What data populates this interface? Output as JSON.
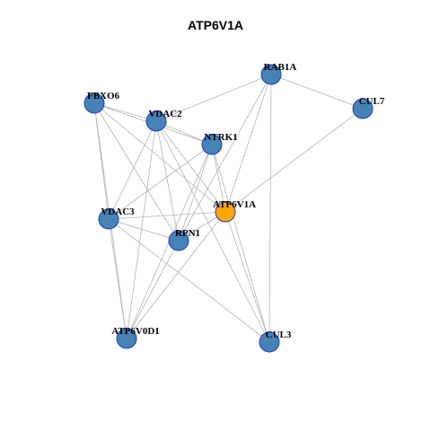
{
  "title": "ATP6V1A",
  "colors": {
    "node_default": "#4682b4",
    "node_focus": "#ffa500",
    "node_border": "#1f3fbf",
    "edge": "#b3b3b3"
  },
  "nodes": [
    {
      "id": "RAB1A",
      "label": "RAB1A",
      "focus": false
    },
    {
      "id": "CUL7",
      "label": "CUL7",
      "focus": false
    },
    {
      "id": "FBXO6",
      "label": "FBXO6",
      "focus": false
    },
    {
      "id": "VDAC2",
      "label": "VDAC2",
      "focus": false
    },
    {
      "id": "NTRK1",
      "label": "NTRK1",
      "focus": false
    },
    {
      "id": "ATP6V1A",
      "label": "ATP6V1A",
      "focus": true
    },
    {
      "id": "VDAC3",
      "label": "VDAC3",
      "focus": false
    },
    {
      "id": "RPN1",
      "label": "RPN1",
      "focus": false
    },
    {
      "id": "ATP6V0D1",
      "label": "ATP6V0D1",
      "focus": false
    },
    {
      "id": "CUL3",
      "label": "CUL3",
      "focus": false
    }
  ],
  "edges": [
    [
      "RAB1A",
      "VDAC2"
    ],
    [
      "RAB1A",
      "CUL7"
    ],
    [
      "RAB1A",
      "RPN1"
    ],
    [
      "RAB1A",
      "CUL3"
    ],
    [
      "RAB1A",
      "ATP6V1A"
    ],
    [
      "CUL7",
      "ATP6V1A"
    ],
    [
      "FBXO6",
      "VDAC2"
    ],
    [
      "FBXO6",
      "NTRK1"
    ],
    [
      "FBXO6",
      "VDAC3"
    ],
    [
      "FBXO6",
      "RPN1"
    ],
    [
      "FBXO6",
      "ATP6V0D1"
    ],
    [
      "FBXO6",
      "ATP6V1A"
    ],
    [
      "VDAC2",
      "NTRK1"
    ],
    [
      "VDAC2",
      "VDAC3"
    ],
    [
      "VDAC2",
      "RPN1"
    ],
    [
      "VDAC2",
      "ATP6V0D1"
    ],
    [
      "VDAC2",
      "ATP6V1A"
    ],
    [
      "VDAC2",
      "CUL3"
    ],
    [
      "NTRK1",
      "VDAC3"
    ],
    [
      "NTRK1",
      "RPN1"
    ],
    [
      "NTRK1",
      "ATP6V1A"
    ],
    [
      "NTRK1",
      "CUL3"
    ],
    [
      "NTRK1",
      "ATP6V0D1"
    ],
    [
      "VDAC3",
      "ATP6V1A"
    ],
    [
      "VDAC3",
      "RPN1"
    ],
    [
      "VDAC3",
      "ATP6V0D1"
    ],
    [
      "VDAC3",
      "CUL3"
    ],
    [
      "RPN1",
      "ATP6V1A"
    ],
    [
      "RPN1",
      "ATP6V0D1"
    ],
    [
      "ATP6V1A",
      "ATP6V0D1"
    ],
    [
      "ATP6V1A",
      "CUL3"
    ]
  ]
}
